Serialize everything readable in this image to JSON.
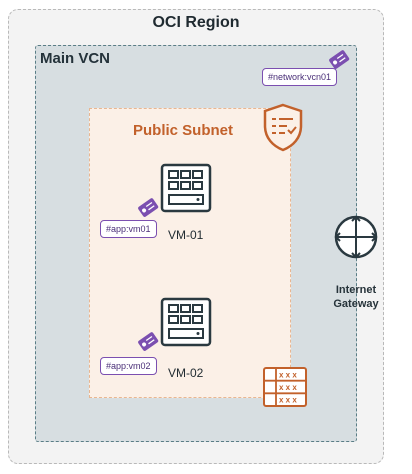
{
  "region": {
    "title": "OCI Region"
  },
  "vcn": {
    "title": "Main VCN",
    "tag": "#network:vcn01"
  },
  "subnet": {
    "title": "Public Subnet"
  },
  "vms": [
    {
      "name": "VM-01",
      "tag": "#app:vm01"
    },
    {
      "name": "VM-02",
      "tag": "#app:vm02"
    }
  ],
  "gateway": {
    "line1": "Internet",
    "line2": "Gateway"
  },
  "icons": {
    "security_list": "shield-checklist-icon",
    "route_table": "route-table-icon",
    "gateway": "internet-gateway-icon",
    "vm": "compute-instance-icon",
    "tag": "tag-icon"
  },
  "colors": {
    "region_fill": "#f3f3f3",
    "vcn_fill": "#d7dee1",
    "subnet_fill": "#fbf0e7",
    "subnet_title": "#c2612b",
    "tag_purple": "#7b4fb0",
    "icon_dark": "#2a3940"
  }
}
